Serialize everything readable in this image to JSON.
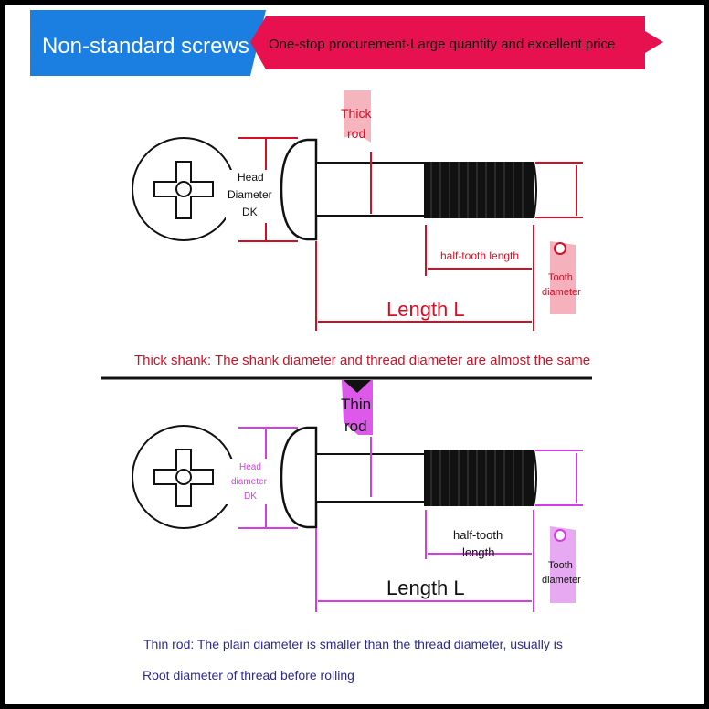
{
  "header": {
    "title": "Non-standard screws",
    "tagline": "One-stop procurement·Large quantity and excellent price"
  },
  "thick": {
    "rod_label_1": "Thick",
    "rod_label_2": "rod",
    "head_label_1": "Head",
    "head_label_2": "Diameter",
    "head_label_3": "DK",
    "half_tooth": "half-tooth length",
    "tooth_1": "Tooth",
    "tooth_2": "diameter",
    "length": "Length L",
    "caption": "Thick shank: The shank diameter and thread diameter are almost the same"
  },
  "thin": {
    "rod_label_1": "Thin",
    "rod_label_2": "rod",
    "head_label_1": "Head",
    "head_label_2": "diameter",
    "head_label_3": "DK",
    "half_tooth_1": "half-tooth",
    "half_tooth_2": "length",
    "tooth_1": "Tooth",
    "tooth_2": "diameter",
    "length": "Length L",
    "caption_1": "Thin rod: The plain diameter is smaller than the thread diameter, usually is",
    "caption_2": "Root diameter of thread before rolling"
  },
  "colors": {
    "blue": "#1a7fe0",
    "pink": "#e8114f",
    "red": "#d40f24",
    "magenta": "#d63ce6",
    "navy": "#2c2a8e"
  }
}
